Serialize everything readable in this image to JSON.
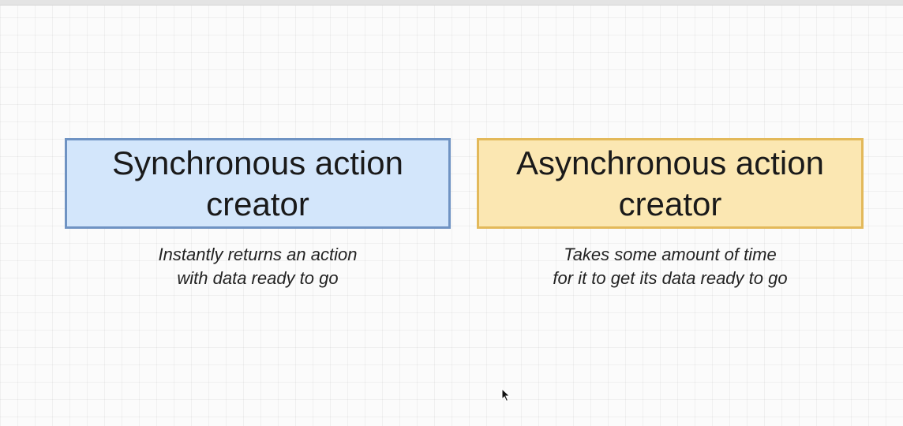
{
  "diagram": {
    "sync": {
      "title_line1": "Synchronous action",
      "title_line2": "creator",
      "caption_line1": "Instantly returns an action",
      "caption_line2": "with data ready to go",
      "fill_color": "#d3e6fb",
      "border_color": "#6f93c3"
    },
    "async": {
      "title_line1": "Asynchronous action",
      "title_line2": "creator",
      "caption_line1": "Takes some amount of time",
      "caption_line2": "for it to get its data ready to go",
      "fill_color": "#fbe7b2",
      "border_color": "#e3b95a"
    }
  },
  "cursor": {
    "icon": "mouse-pointer-icon"
  }
}
